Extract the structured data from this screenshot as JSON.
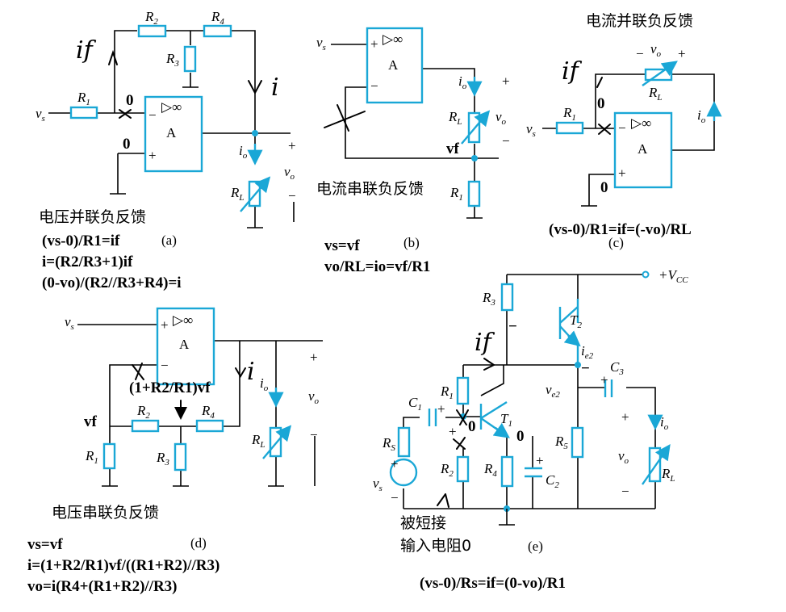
{
  "diagrams": {
    "a": {
      "title": "电压并联负反馈",
      "tag": "(a)",
      "eq1": "(vs-0)/R1=if",
      "eq2": "i=(R2/R3+1)if",
      "eq3": "(0-vo)/(R2//R3+R4)=i",
      "labels": {
        "vs": "v",
        "vs_sub": "s",
        "R1": "R",
        "R1_sub": "1",
        "R2": "R",
        "R2_sub": "2",
        "R3": "R",
        "R3_sub": "3",
        "R4": "R",
        "R4_sub": "4",
        "RL": "R",
        "RL_sub": "L",
        "io": "i",
        "io_sub": "o",
        "vo": "v",
        "vo_sub": "o",
        "amp": "A",
        "inf": "▷∞",
        "minus": "−",
        "plus": "+",
        "zero1": "0",
        "zero2": "0",
        "hand_if": "if",
        "hand_i": "i"
      }
    },
    "b": {
      "title": "电流串联负反馈",
      "tag": "(b)",
      "eq1": "vs=vf",
      "eq2": "vo/RL=io=vf/R1",
      "labels": {
        "vs": "v",
        "vs_sub": "s",
        "amp": "A",
        "inf": "▷∞",
        "minus": "−",
        "plus": "+",
        "io": "i",
        "io_sub": "o",
        "RL": "R",
        "RL_sub": "L",
        "vo": "v",
        "vo_sub": "o",
        "vf": "vf",
        "R1": "R",
        "R1_sub": "1"
      }
    },
    "c": {
      "title": "电流并联负反馈",
      "tag": "(c)",
      "eq1": "(vs-0)/R1=if=(-vo)/RL",
      "labels": {
        "vo": "v",
        "vo_sub": "o",
        "RL": "R",
        "RL_sub": "L",
        "R1": "R",
        "R1_sub": "1",
        "vs": "v",
        "vs_sub": "s",
        "io": "i",
        "io_sub": "o",
        "amp": "A",
        "inf": "▷∞",
        "minus": "−",
        "plus": "+",
        "zero1": "0",
        "zero2": "0",
        "hand_if": "if"
      }
    },
    "d": {
      "title": "电压串联负反馈",
      "tag": "(d)",
      "eq1": "vs=vf",
      "eq2": "i=(1+R2/R1)vf/((R1+R2)//R3)",
      "eq3": "vo=i(R4+(R1+R2)//R3)",
      "note": "(1+R2/R1)vf",
      "labels": {
        "vs": "v",
        "vs_sub": "s",
        "amp": "A",
        "inf": "▷∞",
        "minus": "−",
        "plus": "+",
        "vf": "vf",
        "R2": "R",
        "R2_sub": "2",
        "R4": "R",
        "R4_sub": "4",
        "R1": "R",
        "R1_sub": "1",
        "R3": "R",
        "R3_sub": "3",
        "RL": "R",
        "RL_sub": "L",
        "io": "i",
        "io_sub": "o",
        "vo": "v",
        "vo_sub": "o",
        "hand_i": "i"
      }
    },
    "e": {
      "tag": "(e)",
      "eq1": "(vs-0)/Rs=if=(0-vo)/R1",
      "note1": "被短接",
      "note2": "输入电阻0",
      "labels": {
        "vcc": "+V",
        "vcc_sub": "CC",
        "R3": "R",
        "R3_sub": "3",
        "T2": "T",
        "T2_sub": "2",
        "ie2": "i",
        "ie2_sub": "e2",
        "C3": "C",
        "C3_sub": "3",
        "ve2": "v",
        "ve2_sub": "e2",
        "R1": "R",
        "R1_sub": "1",
        "C1": "C",
        "C1_sub": "1",
        "T1": "T",
        "T1_sub": "1",
        "RS": "R",
        "RS_sub": "S",
        "R5": "R",
        "R5_sub": "5",
        "io": "i",
        "io_sub": "o",
        "vo": "v",
        "vo_sub": "o",
        "R2": "R",
        "R2_sub": "2",
        "R4": "R",
        "R4_sub": "4",
        "C2": "C",
        "C2_sub": "2",
        "RL": "R",
        "RL_sub": "L",
        "vs": "v",
        "vs_sub": "s",
        "plus": "+",
        "minus": "−",
        "zero1": "0",
        "zero2": "0",
        "hand_if": "if"
      }
    }
  }
}
